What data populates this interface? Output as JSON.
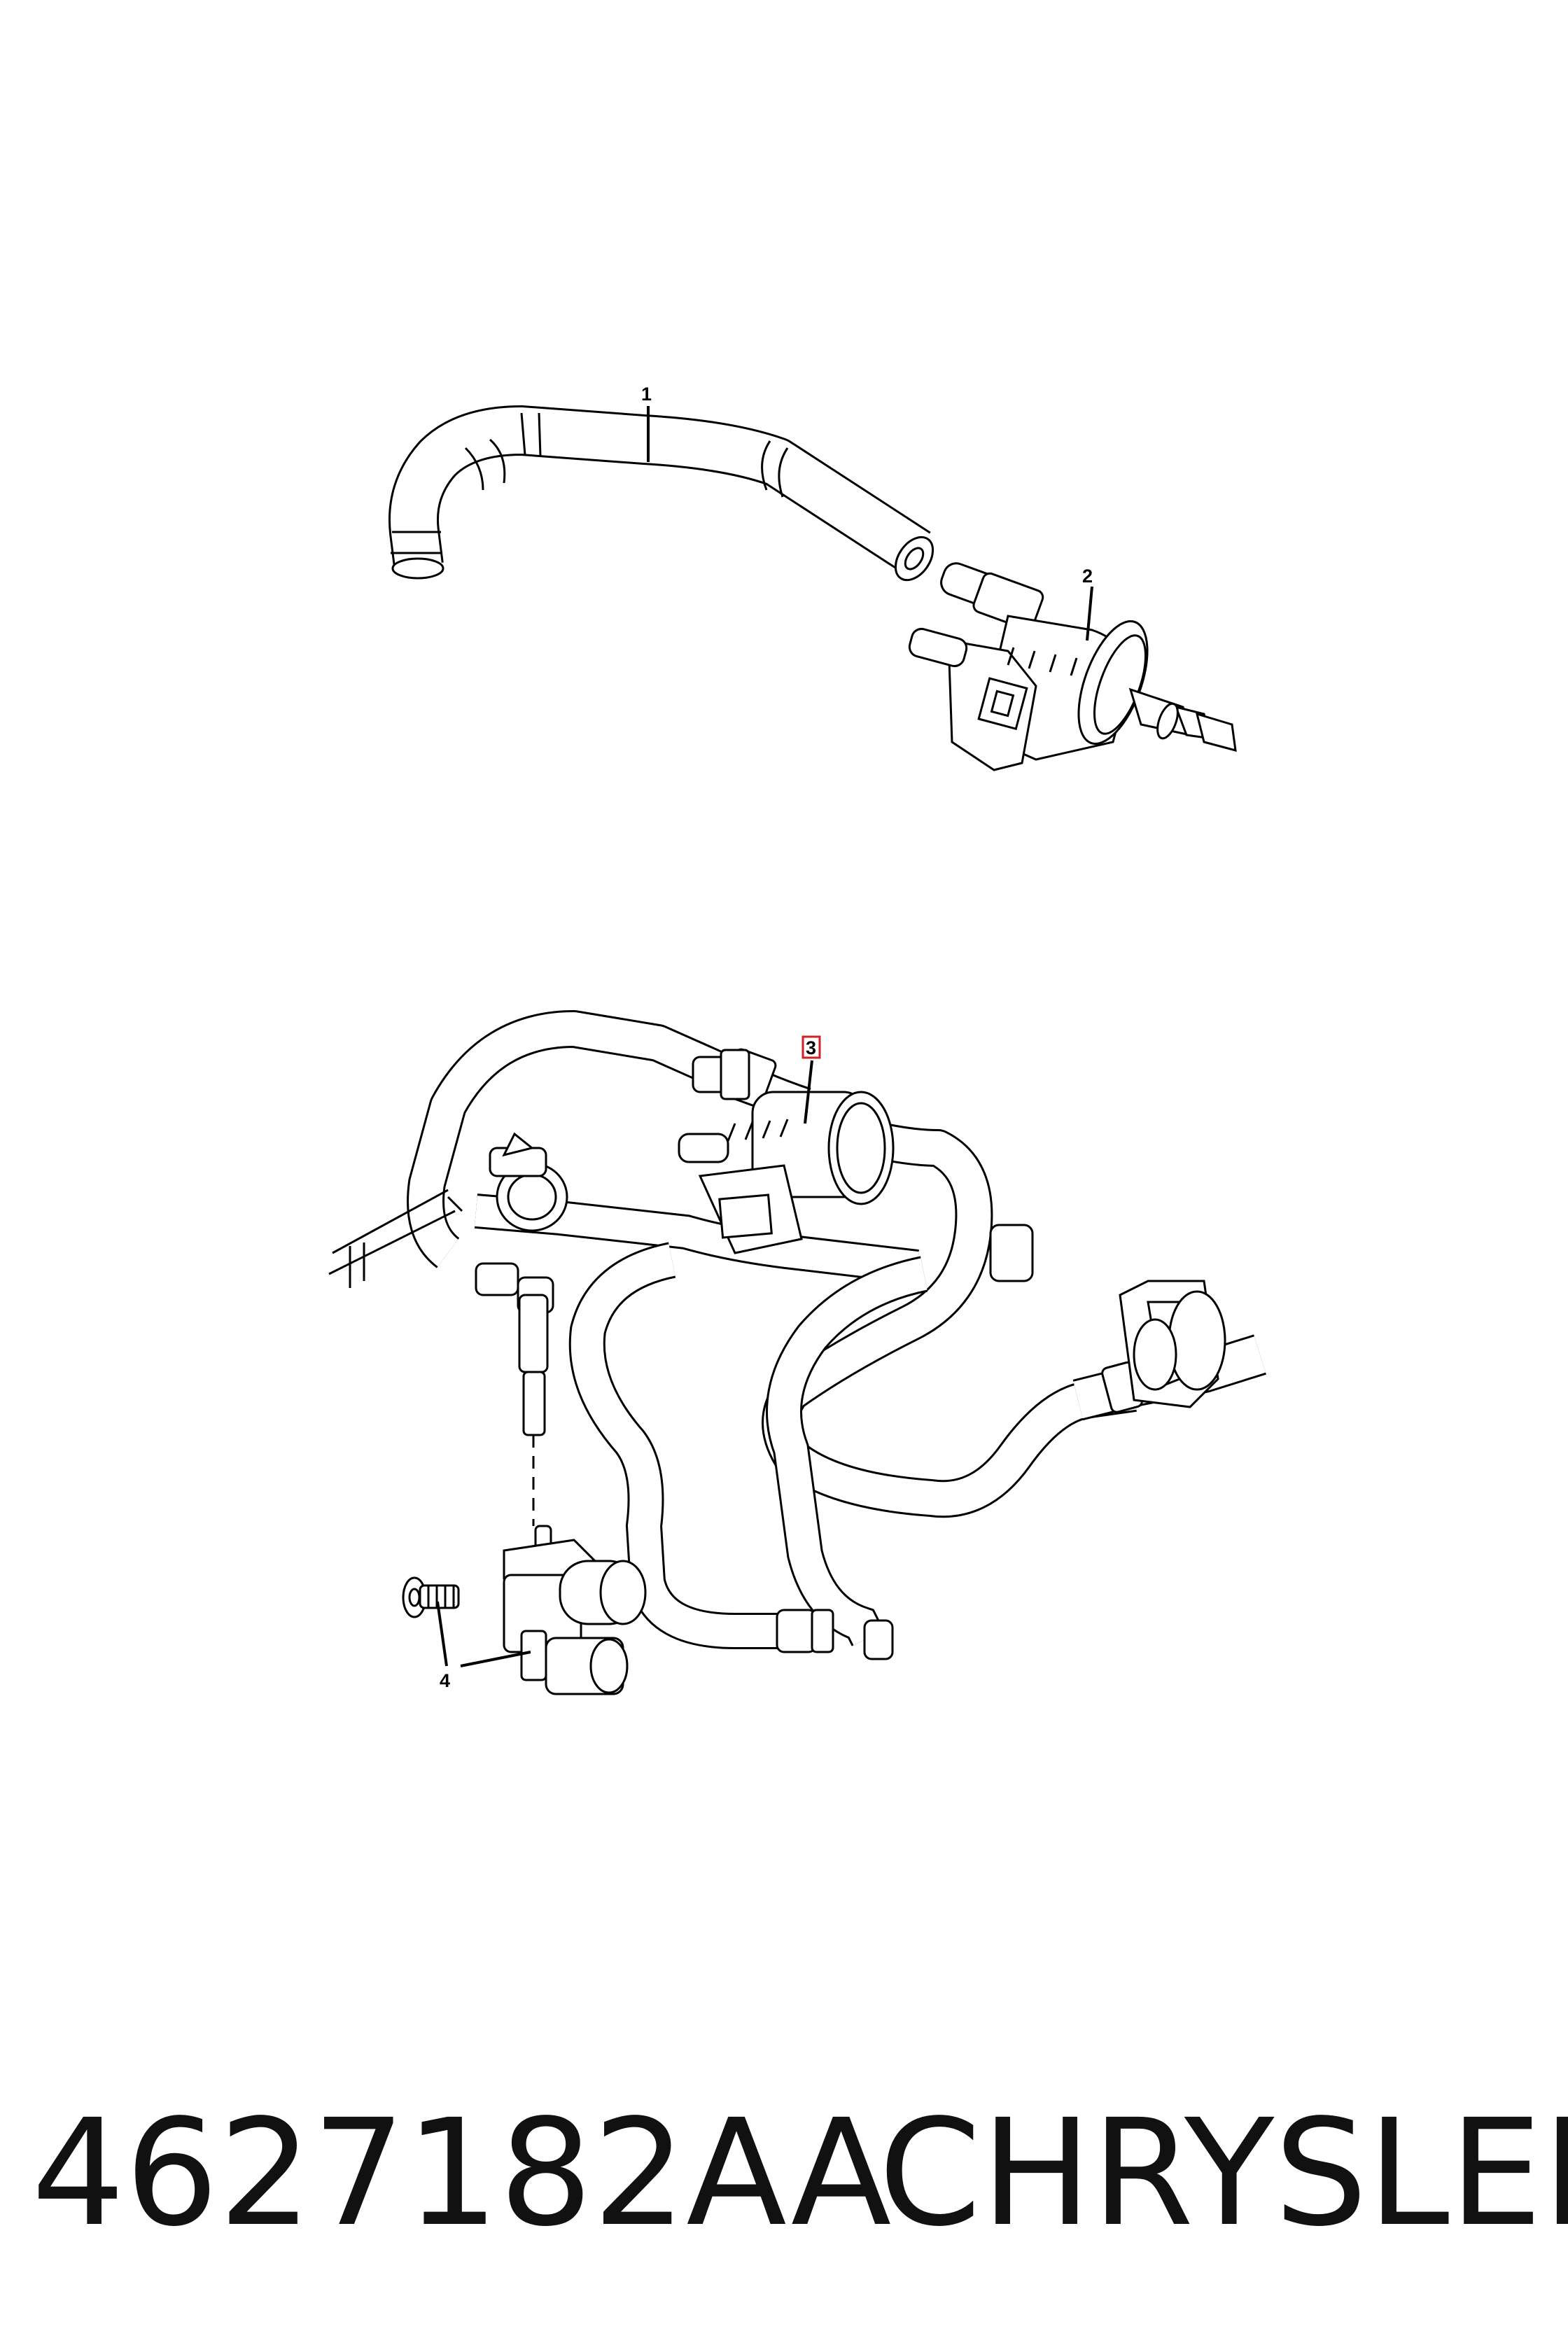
{
  "callouts": [
    {
      "id": "1",
      "label": "1",
      "highlighted": false
    },
    {
      "id": "2",
      "label": "2",
      "highlighted": false
    },
    {
      "id": "3",
      "label": "3",
      "highlighted": true
    },
    {
      "id": "4",
      "label": "4",
      "highlighted": false
    }
  ],
  "footer": {
    "part_number": "4627182AA",
    "brand": "CHRYSLER"
  },
  "colors": {
    "line": "#000000",
    "highlight": "#d21f26",
    "background": "#ffffff"
  }
}
